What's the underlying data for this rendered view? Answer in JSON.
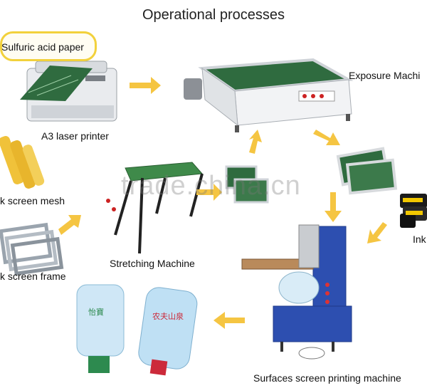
{
  "title": "Operational processes",
  "callout": "Sulfuric acid paper",
  "labels": {
    "laser_printer": "A3 laser printer",
    "exposure": "Exposure Machi",
    "screen_mesh": "k screen mesh",
    "stretching": "Stretching Machine",
    "screen_frame": "k screen frame",
    "ink": "Ink",
    "printing_machine": "Surfaces screen printing machine"
  },
  "watermark": "trade.china.cn",
  "bottle_text": {
    "left": "怡寶",
    "right": "农夫山泉"
  },
  "colors": {
    "arrow": "#f5c542",
    "callout_border": "#f2d13c",
    "screen_green": "#2f6b3f",
    "machine_blue": "#2d4fb0"
  }
}
